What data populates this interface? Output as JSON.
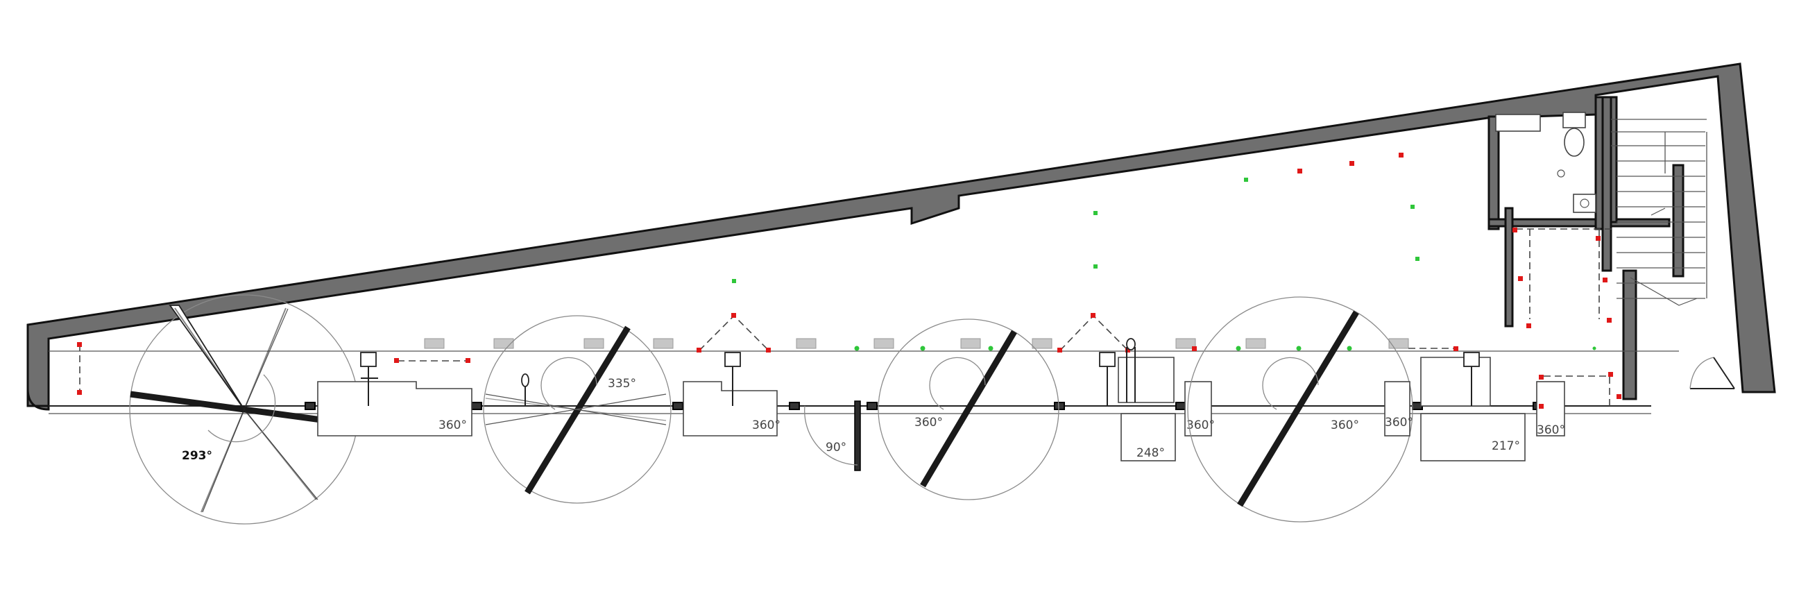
{
  "labels": {
    "a293": "293°",
    "a360_1": "360°",
    "a335": "335°",
    "a360_2": "360°",
    "a90": "90°",
    "a360_3": "360°",
    "a248": "248°",
    "a360_4": "360°",
    "a360_5": "360°",
    "a360_6": "360°",
    "a217": "217°",
    "a360_7": "360°"
  },
  "colors": {
    "wall": "#6f6f6f",
    "marker_red": "#e01818",
    "marker_green": "#2fc63a"
  }
}
